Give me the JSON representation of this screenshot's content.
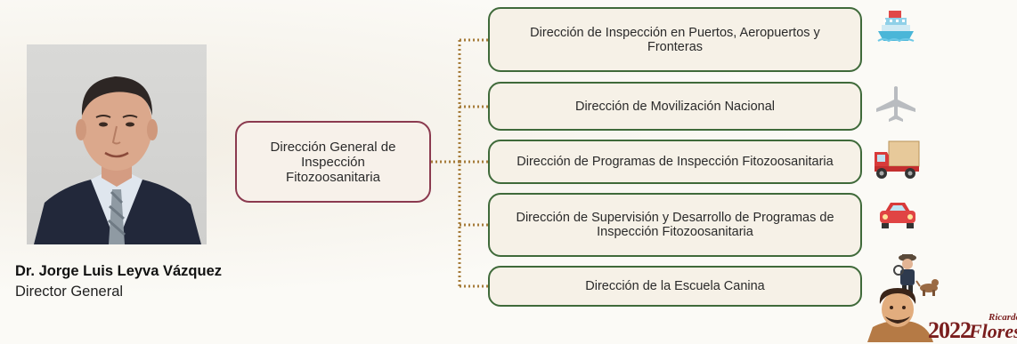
{
  "person": {
    "name": "Dr. Jorge Luis Leyva Vázquez",
    "title": "Director General"
  },
  "root": {
    "label": "Dirección General de\nInspección\nFitozoosanitaria"
  },
  "children": [
    {
      "label": "Dirección de Inspección en Puertos, Aeropuertos y Fronteras",
      "icon": "ship-icon"
    },
    {
      "label": "Dirección de Movilización Nacional",
      "icon": "airplane-icon"
    },
    {
      "label": "Dirección de Programas de Inspección Fitozoosanitaria",
      "icon": "truck-icon"
    },
    {
      "label": "Dirección de Supervisión y Desarrollo de Programas de Inspección Fitozoosanitaria",
      "icon": "car-icon"
    },
    {
      "label": "Dirección de la Escuela Canina",
      "icon": "inspector-dog-icon"
    }
  ],
  "logo": {
    "year": "2022",
    "given_name": "Ricardo",
    "surname": "Flores"
  },
  "colors": {
    "root_border": "#8b3a4f",
    "child_border": "#3f6a3a",
    "connector": "#a67c3a",
    "logo": "#7a1e1e"
  }
}
